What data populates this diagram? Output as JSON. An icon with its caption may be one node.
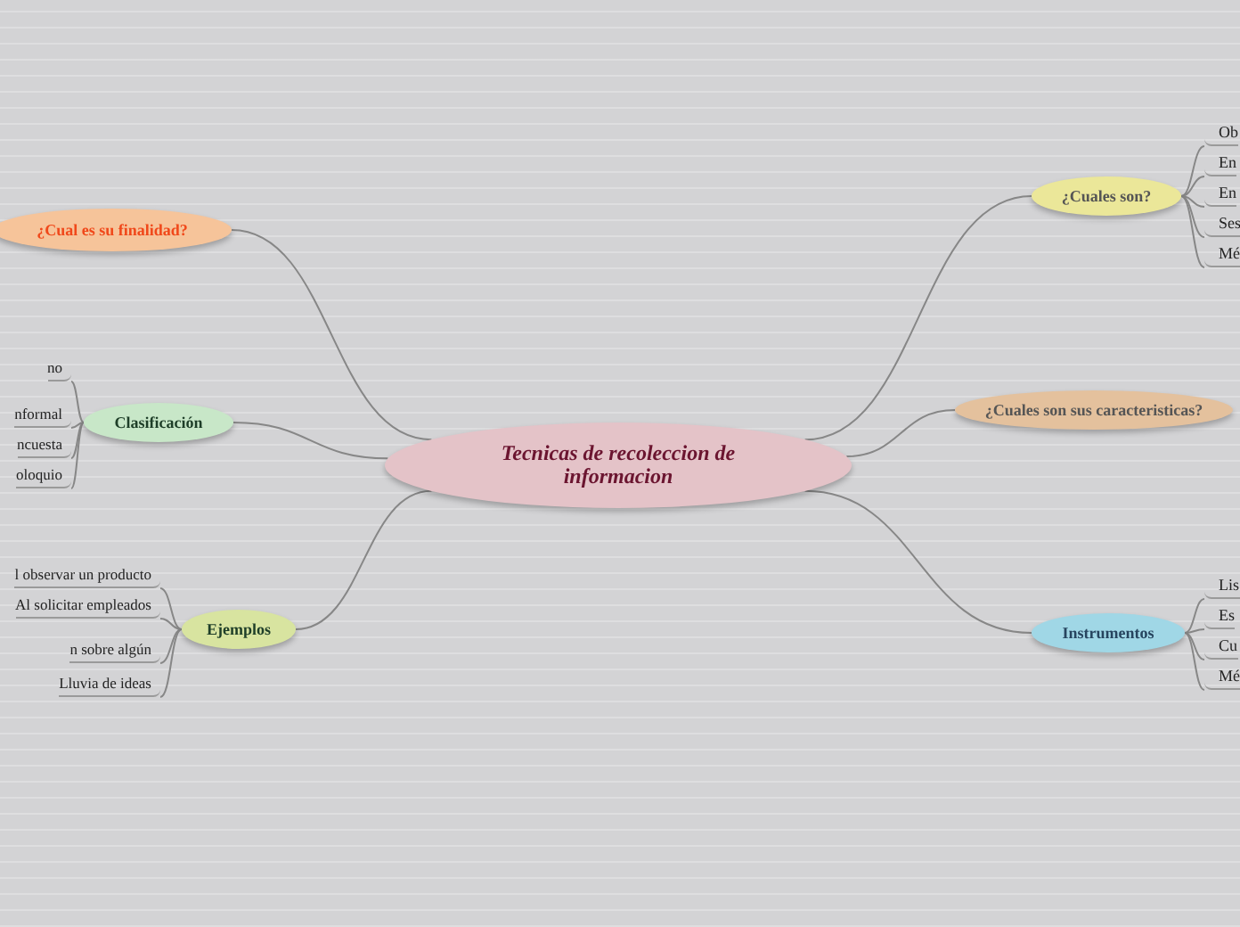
{
  "diagram": {
    "nodes": [
      {
        "text": [
          "Tecnicas de recoleccion de informacion"
        ]
      },
      {
        "text": [
          "¿Cual es su finalidad?"
        ]
      },
      {
        "text": [
          "Clasificación"
        ]
      },
      {
        "text": [
          "no"
        ]
      },
      {
        "text": [
          "nformal"
        ]
      },
      {
        "text": [
          "ncuesta"
        ]
      },
      {
        "text": [
          "oloquio"
        ]
      },
      {
        "text": [
          "Ejemplos"
        ]
      },
      {
        "text": [
          "l observar un producto"
        ]
      },
      {
        "text": [
          "Al solicitar empleados"
        ]
      },
      {
        "text": [
          "n sobre algún"
        ]
      },
      {
        "text": [
          "Lluvia de ideas"
        ]
      },
      {
        "text": [
          "¿Cuales son?"
        ]
      },
      {
        "text": [
          "Ob"
        ]
      },
      {
        "text": [
          "En"
        ]
      },
      {
        "text": [
          "En"
        ]
      },
      {
        "text": [
          "Ses"
        ]
      },
      {
        "text": [
          "Mé"
        ]
      },
      {
        "text": [
          "¿Cuales son sus caracteristicas?"
        ]
      },
      {
        "text": [
          "Instrumentos"
        ]
      },
      {
        "text": [
          "Lis"
        ]
      },
      {
        "text": [
          "Es"
        ]
      },
      {
        "text": [
          "Cu"
        ]
      },
      {
        "text": [
          "Mé"
        ]
      }
    ],
    "edges": [
      {
        "from": 0,
        "to": 1,
        "arrow": "none"
      },
      {
        "from": 0,
        "to": 2,
        "arrow": "none"
      },
      {
        "from": 2,
        "to": 3,
        "arrow": "none"
      },
      {
        "from": 2,
        "to": 4,
        "arrow": "none"
      },
      {
        "from": 2,
        "to": 5,
        "arrow": "none"
      },
      {
        "from": 2,
        "to": 6,
        "arrow": "none"
      },
      {
        "from": 0,
        "to": 7,
        "arrow": "none"
      },
      {
        "from": 7,
        "to": 8,
        "arrow": "none"
      },
      {
        "from": 7,
        "to": 9,
        "arrow": "none"
      },
      {
        "from": 7,
        "to": 10,
        "arrow": "none"
      },
      {
        "from": 7,
        "to": 11,
        "arrow": "none"
      },
      {
        "from": 0,
        "to": 12,
        "arrow": "none"
      },
      {
        "from": 12,
        "to": 13,
        "arrow": "none"
      },
      {
        "from": 12,
        "to": 14,
        "arrow": "none"
      },
      {
        "from": 12,
        "to": 15,
        "arrow": "none"
      },
      {
        "from": 12,
        "to": 16,
        "arrow": "none"
      },
      {
        "from": 12,
        "to": 17,
        "arrow": "none"
      },
      {
        "from": 0,
        "to": 18,
        "arrow": "none"
      },
      {
        "from": 0,
        "to": 19,
        "arrow": "none"
      },
      {
        "from": 19,
        "to": 20,
        "arrow": "none"
      },
      {
        "from": 19,
        "to": 21,
        "arrow": "none"
      },
      {
        "from": 19,
        "to": 22,
        "arrow": "none"
      },
      {
        "from": 19,
        "to": 23,
        "arrow": "none"
      }
    ]
  }
}
